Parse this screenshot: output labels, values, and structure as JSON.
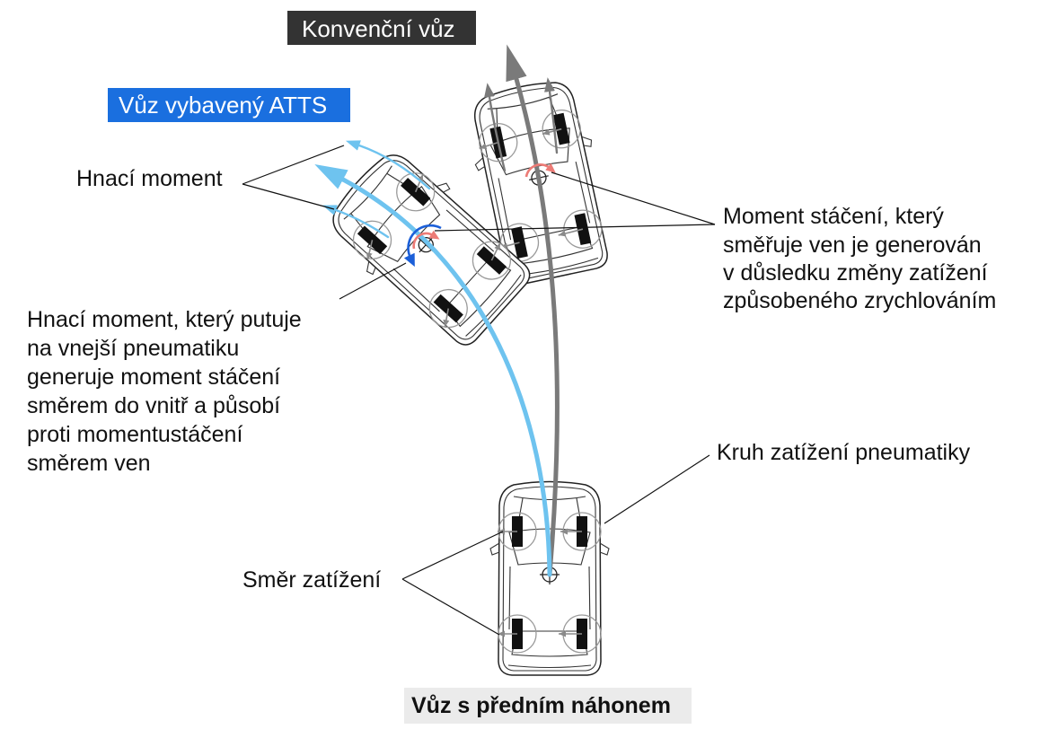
{
  "labels": {
    "conventional": "Konvenční vůz",
    "atts": "Vůz vybavený ATTS",
    "drive_torque": "Hnací moment",
    "outward_yaw_moment": [
      "Moment stáčení, který",
      "směřuje ven je generován",
      "v důsledku změny zatížení",
      "způsobeného zrychlováním"
    ],
    "drive_torque_explanation": [
      "Hnací moment, který putuje",
      "na vnejší pneumatiku",
      "generuje moment stáčení",
      "směrem do vnitř a působí",
      "proti momentustáčení",
      "směrem ven"
    ],
    "tire_load_circle": "Kruh zatížení pneumatiky",
    "load_direction": "Směr zatížení",
    "caption": "Vůz s předním náhonem"
  },
  "colors": {
    "conventional_label_bg": "#333333",
    "atts_label_bg": "#1a6fdf",
    "atts_path": "#6ec3ef",
    "conventional_path": "#7a7a7a",
    "inward_moment": "#1b5fd8",
    "outward_moment": "#ec7b76",
    "caption_bg": "#ebebeb",
    "load_arrow": "#8a8a8a"
  }
}
